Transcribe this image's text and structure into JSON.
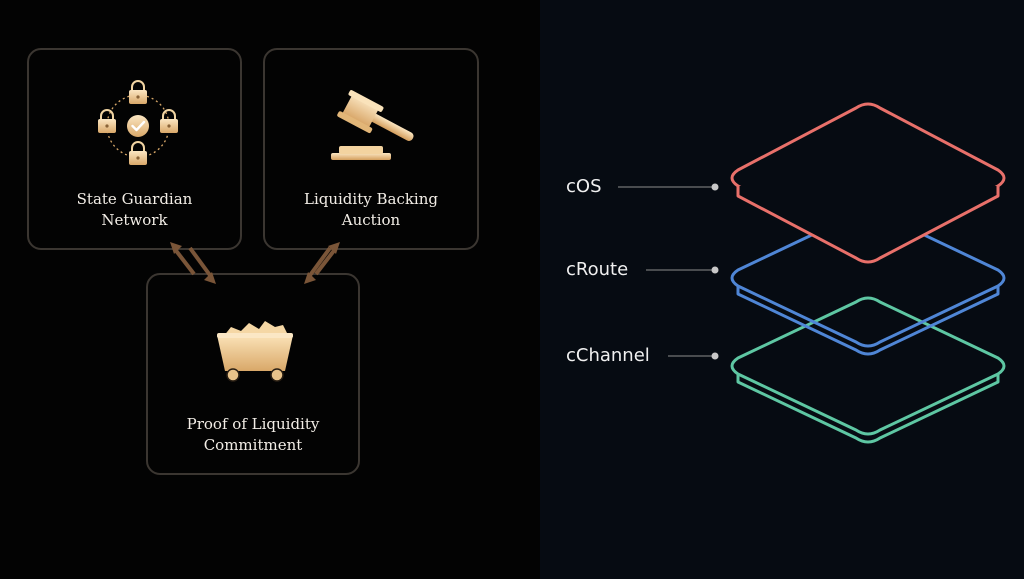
{
  "left_diagram": {
    "state_guardian": {
      "line1": "State Guardian",
      "line2": "Network",
      "icon": "padlock-ring-icon"
    },
    "liquidity_auction": {
      "line1": "Liquidity Backing",
      "line2": "Auction",
      "icon": "gavel-icon"
    },
    "proof_of_liquidity": {
      "line1": "Proof of Liquidity",
      "line2": "Commitment",
      "icon": "mine-cart-icon"
    }
  },
  "layer_stack": {
    "layers": [
      {
        "label": "cOS",
        "color": "#e8706a"
      },
      {
        "label": "cRoute",
        "color": "#4f86d6"
      },
      {
        "label": "cChannel",
        "color": "#5ec7a3"
      }
    ],
    "leader_color": "#8c8c8c"
  },
  "colors": {
    "gold_light": "#f7dcae",
    "gold_dark": "#d9a869",
    "arrow": "#7a5538",
    "card_border": "#3b3631"
  }
}
